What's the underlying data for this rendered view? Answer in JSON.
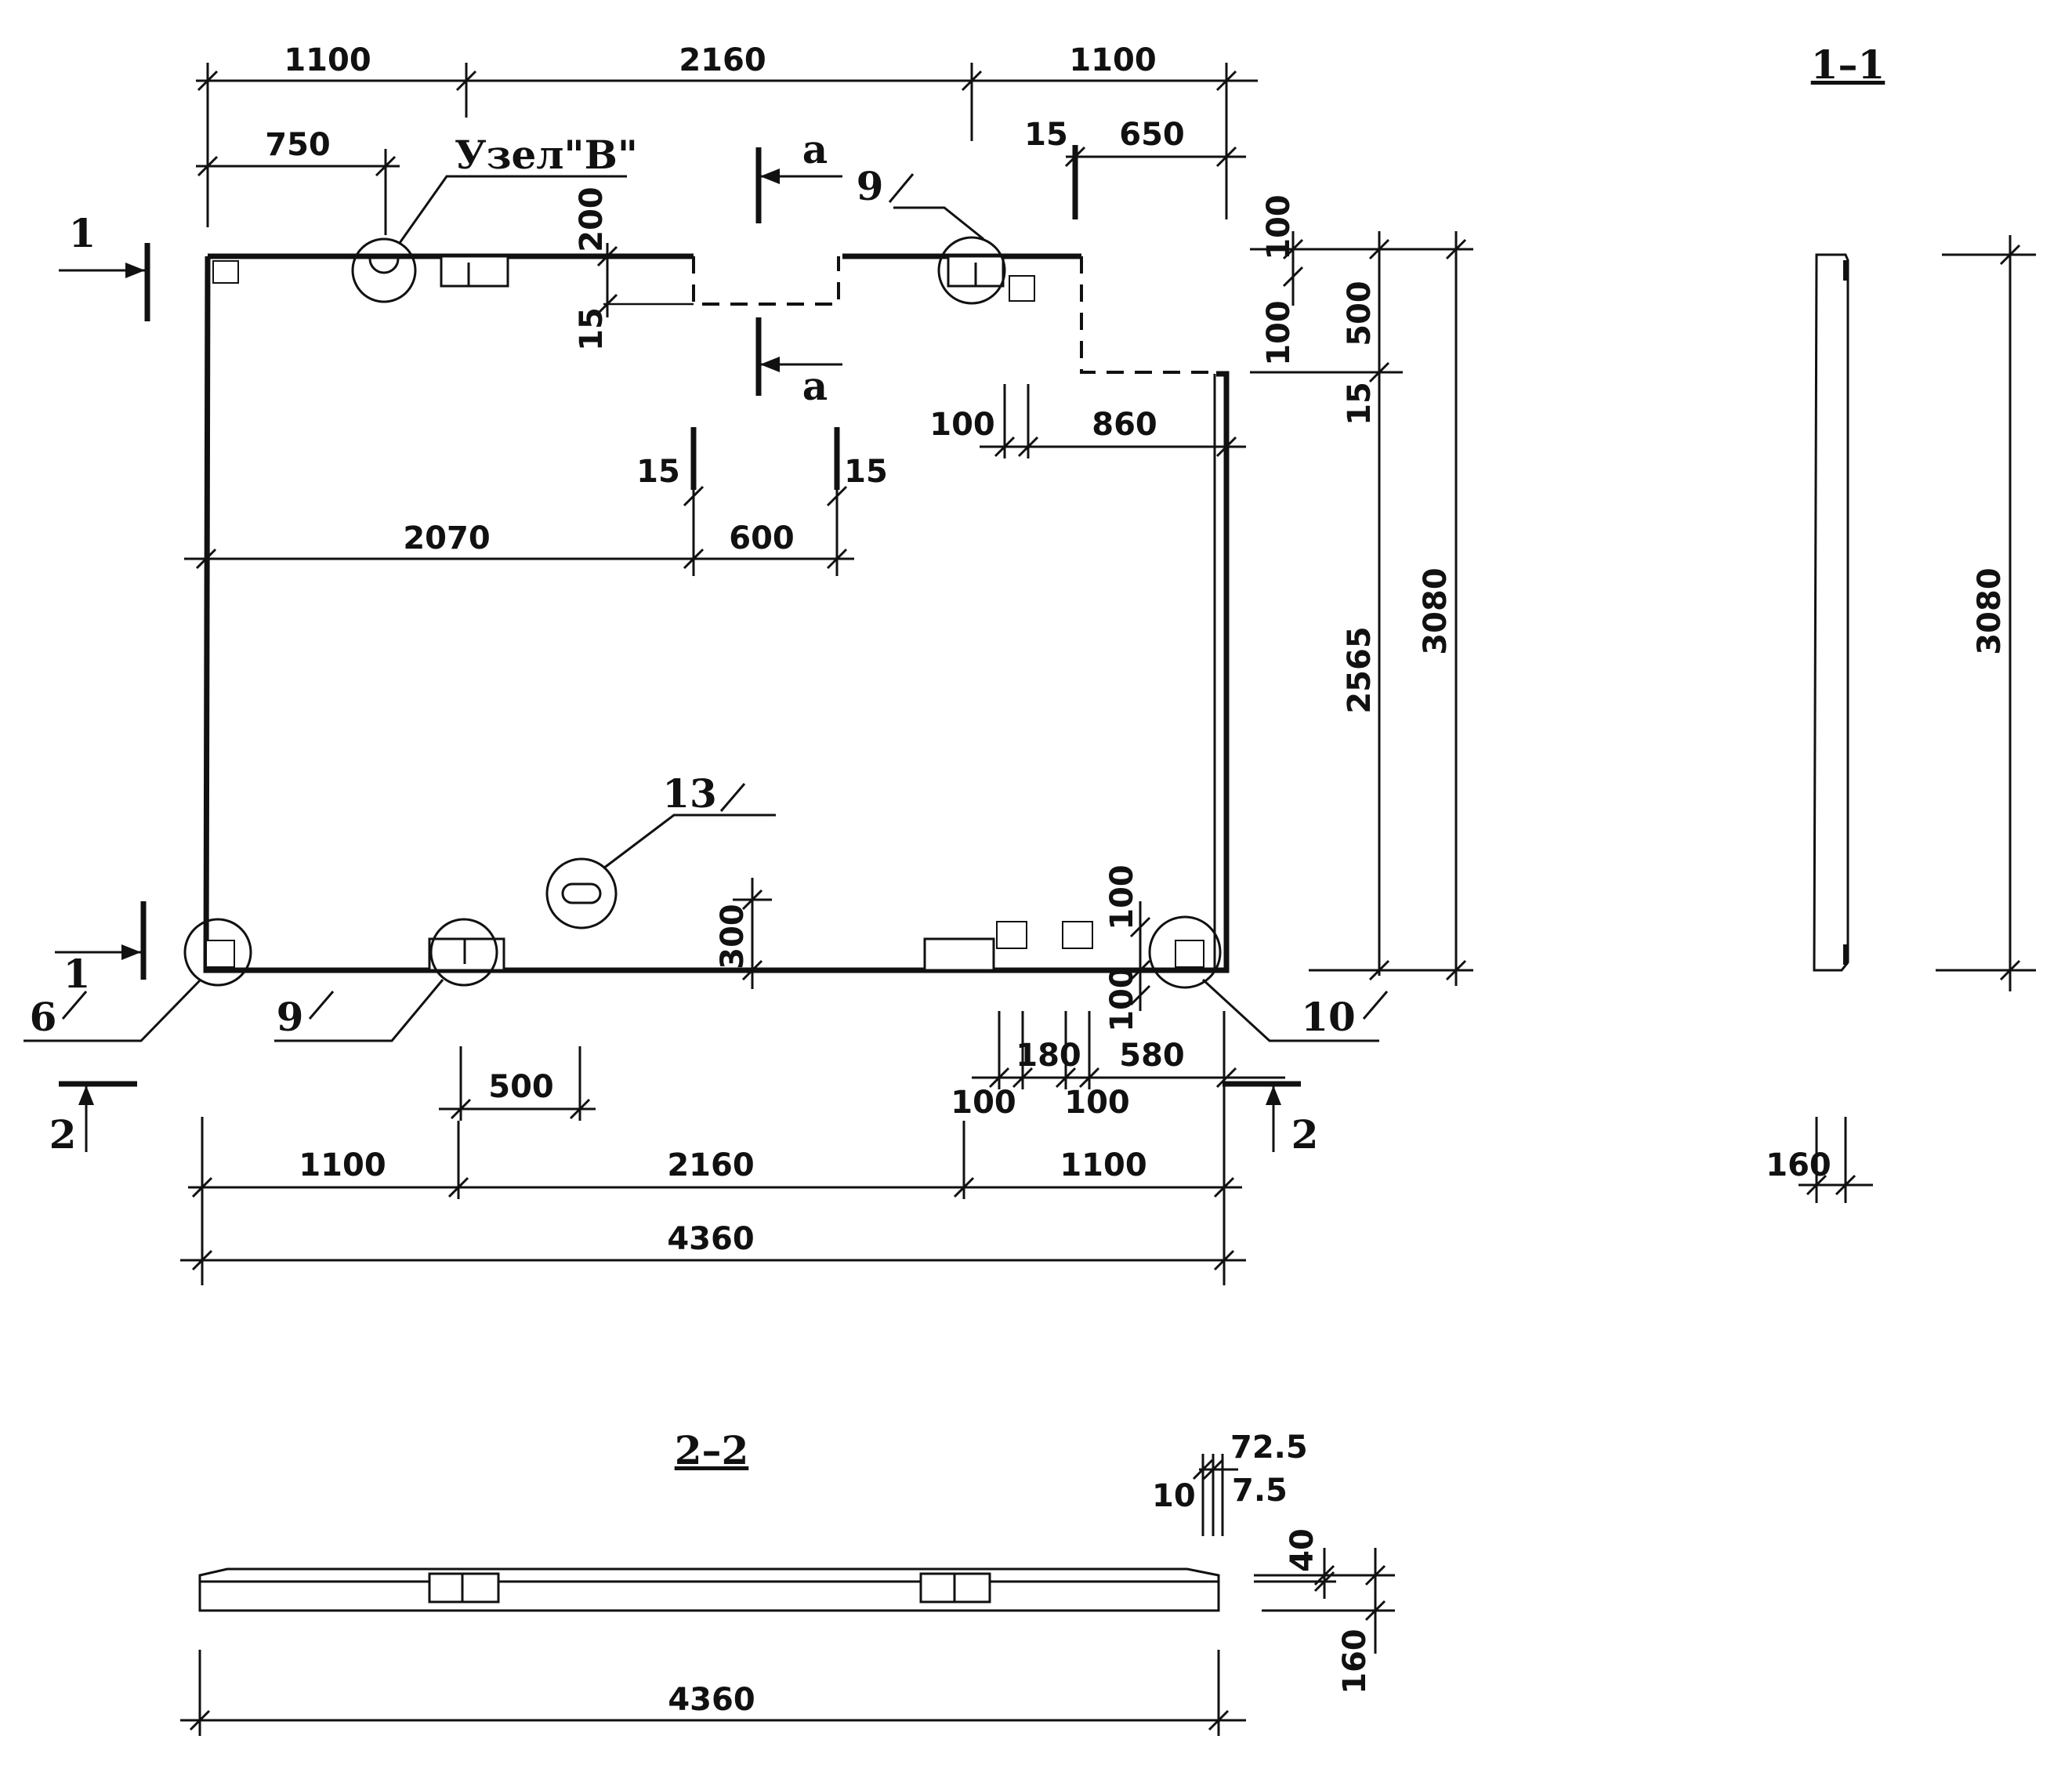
{
  "plan": {
    "dims": {
      "top_left": "1100",
      "top_mid": "2160",
      "top_right": "1100",
      "d750": "750",
      "d15_top": "15",
      "d650": "650",
      "d200": "200",
      "d15_left": "15",
      "d100_a": "100",
      "d100_b": "100",
      "d500": "500",
      "d15_right": "15",
      "d100_notch": "100",
      "d860": "860",
      "d15_l": "15",
      "d15_r": "15",
      "d2070": "2070",
      "d600": "600",
      "d2565": "2565",
      "d3080": "3080",
      "d300": "300",
      "d100_c": "100",
      "d100_d": "100",
      "d500_bottom": "500",
      "d100_e": "100",
      "d180": "180",
      "d100_f": "100",
      "d580": "580",
      "bottom_left": "1100",
      "bottom_mid": "2160",
      "bottom_right": "1100",
      "overall": "4360"
    },
    "labels": {
      "node_b": "Узел\"В\"",
      "section_a_top": "а",
      "section_a_bottom": "а",
      "cut1_top": "1",
      "cut1_bottom": "1",
      "cut2_left": "2",
      "cut2_right": "2",
      "callout_9_top": "9",
      "callout_13": "13",
      "callout_6": "6",
      "callout_9_bottom": "9",
      "callout_10": "10"
    }
  },
  "section_1_1": {
    "title": "1–1",
    "height": "3080",
    "thickness": "160"
  },
  "section_2_2": {
    "title": "2–2",
    "length": "4360",
    "d72_5": "72.5",
    "d10": "10",
    "d7_5": "7.5",
    "d40": "40",
    "d160": "160"
  }
}
